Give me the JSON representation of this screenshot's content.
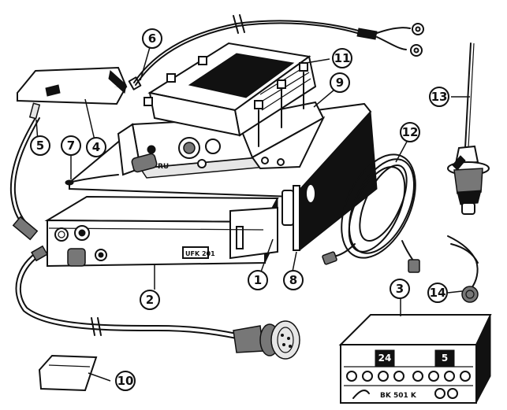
{
  "callouts": [
    {
      "id": "1",
      "text": "1"
    },
    {
      "id": "2",
      "text": "2"
    },
    {
      "id": "3",
      "text": "3"
    },
    {
      "id": "4",
      "text": "4"
    },
    {
      "id": "5",
      "text": "5"
    },
    {
      "id": "6",
      "text": "6"
    },
    {
      "id": "7",
      "text": "7"
    },
    {
      "id": "8",
      "text": "8"
    },
    {
      "id": "9",
      "text": "9"
    },
    {
      "id": "10",
      "text": "10"
    },
    {
      "id": "11",
      "text": "11"
    },
    {
      "id": "12",
      "text": "12"
    },
    {
      "id": "13",
      "text": "13"
    },
    {
      "id": "14",
      "text": "14"
    }
  ],
  "labels": {
    "main_unit_plate": "UFK 201",
    "control_box_model": "BK 501 K",
    "control_box_display_left": "24",
    "control_box_display_right": "5",
    "radio_panel_text": "RU"
  }
}
